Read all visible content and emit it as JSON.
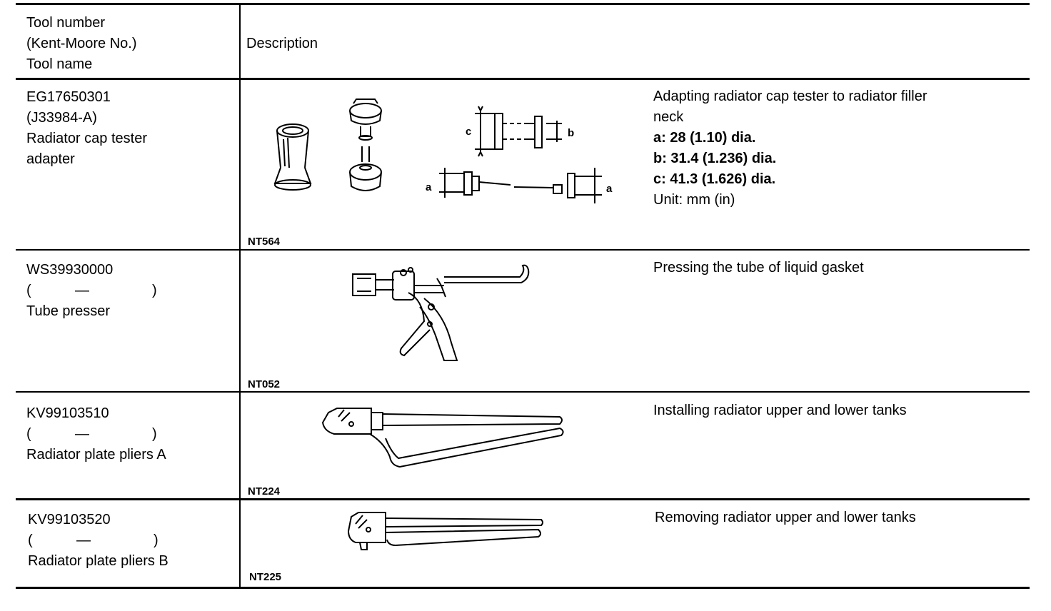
{
  "header": {
    "tool_col": [
      "Tool number",
      "(Kent-Moore No.)",
      "Tool name"
    ],
    "desc_col": "Description"
  },
  "rows": [
    {
      "tool_number": "EG17650301",
      "kent_moore": "(J33984-A)",
      "tool_name_lines": [
        "Radiator cap tester",
        "adapter"
      ],
      "figure_code": "NT564",
      "illustration_icon": "radiator-cap-tester-adapter-icon",
      "description": [
        "Adapting radiator cap tester to radiator filler",
        "neck"
      ],
      "specs": [
        "a: 28 (1.10) dia.",
        "b: 31.4 (1.236) dia.",
        "c: 41.3 (1.626) dia."
      ],
      "unit": "Unit: mm (in)",
      "dim_labels": {
        "a": "a",
        "b": "b",
        "c": "c"
      }
    },
    {
      "tool_number": "WS39930000",
      "kent_moore_open": "(",
      "kent_moore_dash": "—",
      "kent_moore_close": ")",
      "tool_name": "Tube presser",
      "figure_code": "NT052",
      "illustration_icon": "tube-presser-icon",
      "description": "Pressing the tube of liquid gasket"
    },
    {
      "tool_number": "KV99103510",
      "kent_moore_open": "(",
      "kent_moore_dash": "—",
      "kent_moore_close": ")",
      "tool_name": "Radiator plate pliers A",
      "figure_code": "NT224",
      "illustration_icon": "plate-pliers-a-icon",
      "description": "Installing radiator upper and lower tanks"
    },
    {
      "tool_number": "KV99103520",
      "kent_moore_open": "(",
      "kent_moore_dash": "—",
      "kent_moore_close": ")",
      "tool_name": "Radiator plate pliers B",
      "figure_code": "NT225",
      "illustration_icon": "plate-pliers-b-icon",
      "description": "Removing radiator upper and lower tanks"
    }
  ]
}
